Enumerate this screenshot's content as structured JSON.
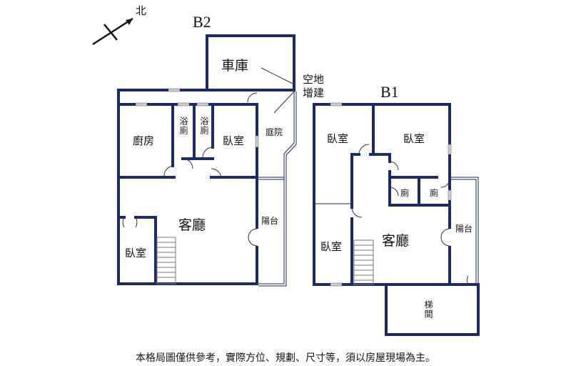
{
  "compass": {
    "label": "北"
  },
  "floors": [
    {
      "title": "B2",
      "rooms": {
        "garage": "車庫",
        "kitchen": "廚房",
        "bath1": "浴廁",
        "bath2": "浴廁",
        "bedroom1": "臥室",
        "courtyard": "庭院",
        "living": "客廳",
        "balcony": "陽台",
        "bedroom2": "臥室"
      }
    },
    {
      "title": "B1",
      "rooms": {
        "bedroom1": "臥室",
        "bedroom2": "臥室",
        "toilet1": "廁",
        "toilet2": "廁",
        "living": "客廳",
        "balcony": "陽台",
        "bedroom3": "臥室",
        "stairwell": "梯間"
      }
    }
  ],
  "annotation": {
    "line1": "空地",
    "line2": "增建"
  },
  "footer_note": "本格局圖僅供參考，實際方位、規劃、尺寸等，須以房屋現場為主。",
  "colors": {
    "wall": "#1a2a6c"
  }
}
